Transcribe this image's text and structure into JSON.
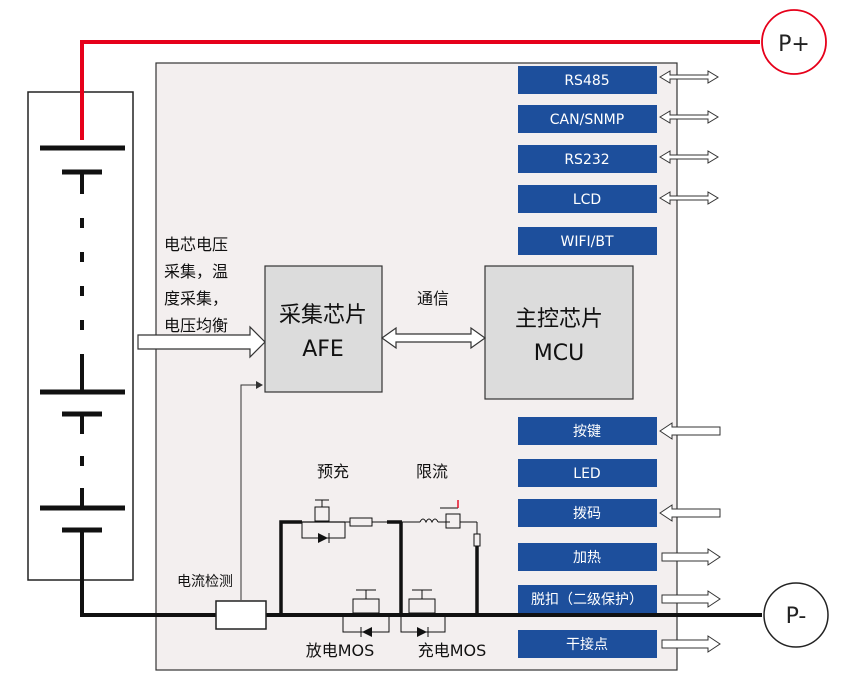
{
  "terminals": {
    "positive": "P+",
    "negative": "P-"
  },
  "cell_label": "电芯电压\n采集，温\n度采集，\n电压均衡",
  "afe": {
    "line1": "采集芯片",
    "line2": "AFE"
  },
  "mcu": {
    "line1": "主控芯片",
    "line2": "MCU"
  },
  "comm_label": "通信",
  "current_detect_label": "电流检测",
  "precharge_label": "预充",
  "current_limit_label": "限流",
  "discharge_mos_label": "放电MOS",
  "charge_mos_label": "充电MOS",
  "top_interfaces": [
    {
      "label": "RS485",
      "arrow": "both"
    },
    {
      "label": "CAN/SNMP",
      "arrow": "both"
    },
    {
      "label": "RS232",
      "arrow": "both"
    },
    {
      "label": "LCD",
      "arrow": "both"
    },
    {
      "label": "WIFI/BT",
      "arrow": "none"
    }
  ],
  "bottom_interfaces": [
    {
      "label": "按键",
      "arrow": "in"
    },
    {
      "label": "LED",
      "arrow": "none"
    },
    {
      "label": "拨码",
      "arrow": "in"
    },
    {
      "label": "加热",
      "arrow": "out"
    },
    {
      "label": "脱扣（二级保护）",
      "arrow": "out"
    },
    {
      "label": "干接点",
      "arrow": "out"
    }
  ],
  "colors": {
    "panel_blue": "#1d4f9c",
    "positive_wire": "#e6001a",
    "board_bg": "#f3efef",
    "chip_bg": "#dcdcdc"
  }
}
